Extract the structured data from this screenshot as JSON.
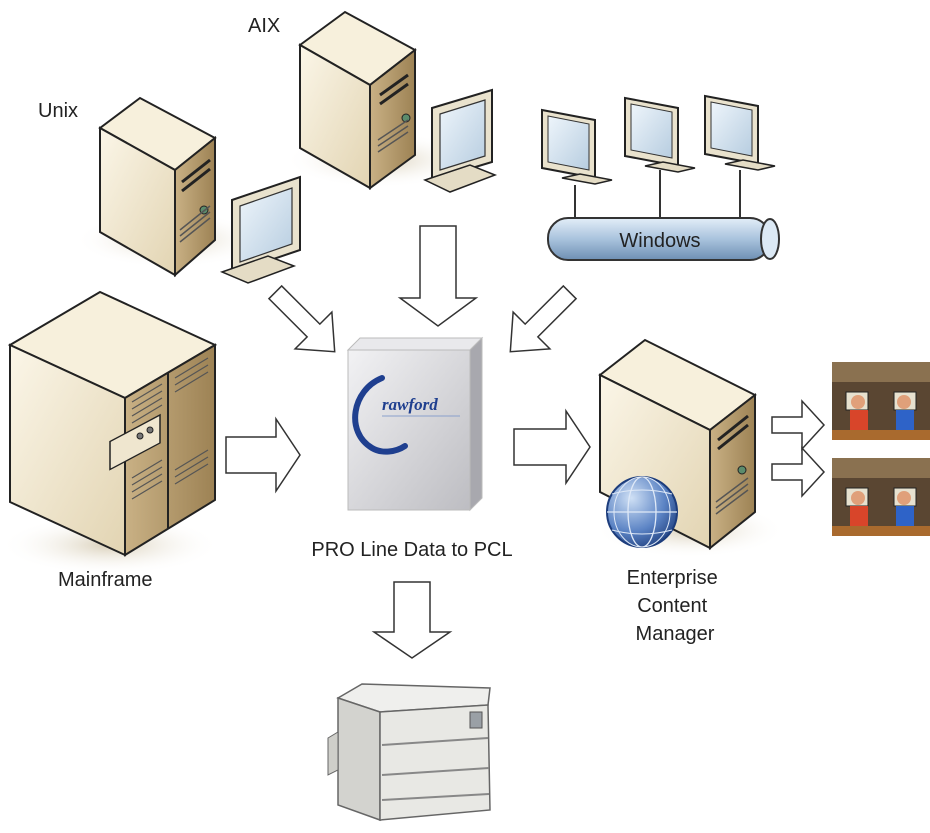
{
  "diagram": {
    "nodes": {
      "aix": {
        "label": "AIX"
      },
      "unix": {
        "label": "Unix"
      },
      "windows": {
        "label": "Windows"
      },
      "mainframe": {
        "label": "Mainframe"
      },
      "crawford": {
        "label": "PRO Line Data to PCL",
        "logo_text": "rawford"
      },
      "ecm": {
        "label_lines": [
          "Enterprise",
          "Content",
          "Manager"
        ]
      }
    }
  },
  "colors": {
    "server_body": "#efe6cf",
    "server_side": "#b99d6c",
    "windows_pipe": "#a9c3dd",
    "crawford_box": "#d2d2d4",
    "logo_blue": "#1f3f8f",
    "globe": "#3a5ea8"
  },
  "icons": [
    "aix-server-icon",
    "unix-server-icon",
    "monitor-icon",
    "network-pipe-icon",
    "mainframe-icon",
    "crawford-box-icon",
    "ecm-server-icon",
    "globe-icon",
    "printer-icon",
    "office-workers-icon"
  ]
}
